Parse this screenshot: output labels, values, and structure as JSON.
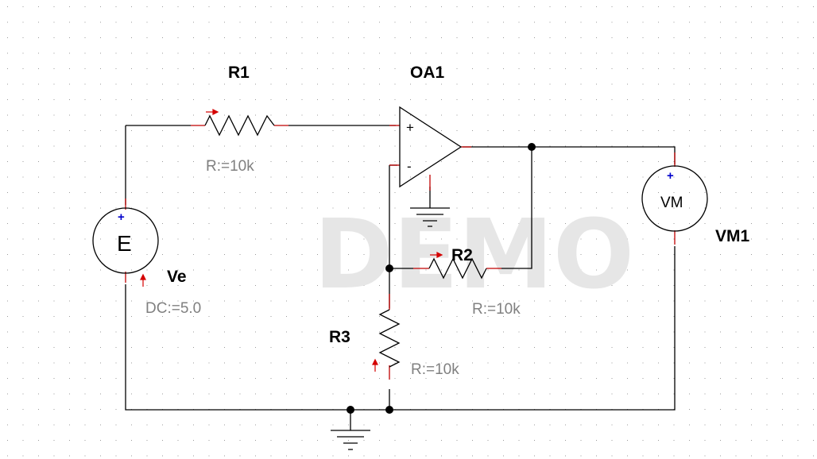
{
  "watermark": "DEMO",
  "components": {
    "r1": {
      "name": "R1",
      "value": "R:=10k"
    },
    "r2": {
      "name": "R2",
      "value": "R:=10k"
    },
    "r3": {
      "name": "R3",
      "value": "R:=10k"
    },
    "oa1": {
      "name": "OA1",
      "plus": "+",
      "minus": "-"
    },
    "ve": {
      "name": "Ve",
      "value": "DC:=5.0",
      "symbol": "E",
      "polarity": "+"
    },
    "vm1": {
      "name": "VM1",
      "symbol": "VM",
      "polarity": "+"
    }
  },
  "colors": {
    "wire": "#000000",
    "pin_stub": "#c00000",
    "value_text": "#808080",
    "polarity": "#0000cc",
    "current_arrow": "#d40000",
    "grid_dot": "#9a9a9a"
  }
}
